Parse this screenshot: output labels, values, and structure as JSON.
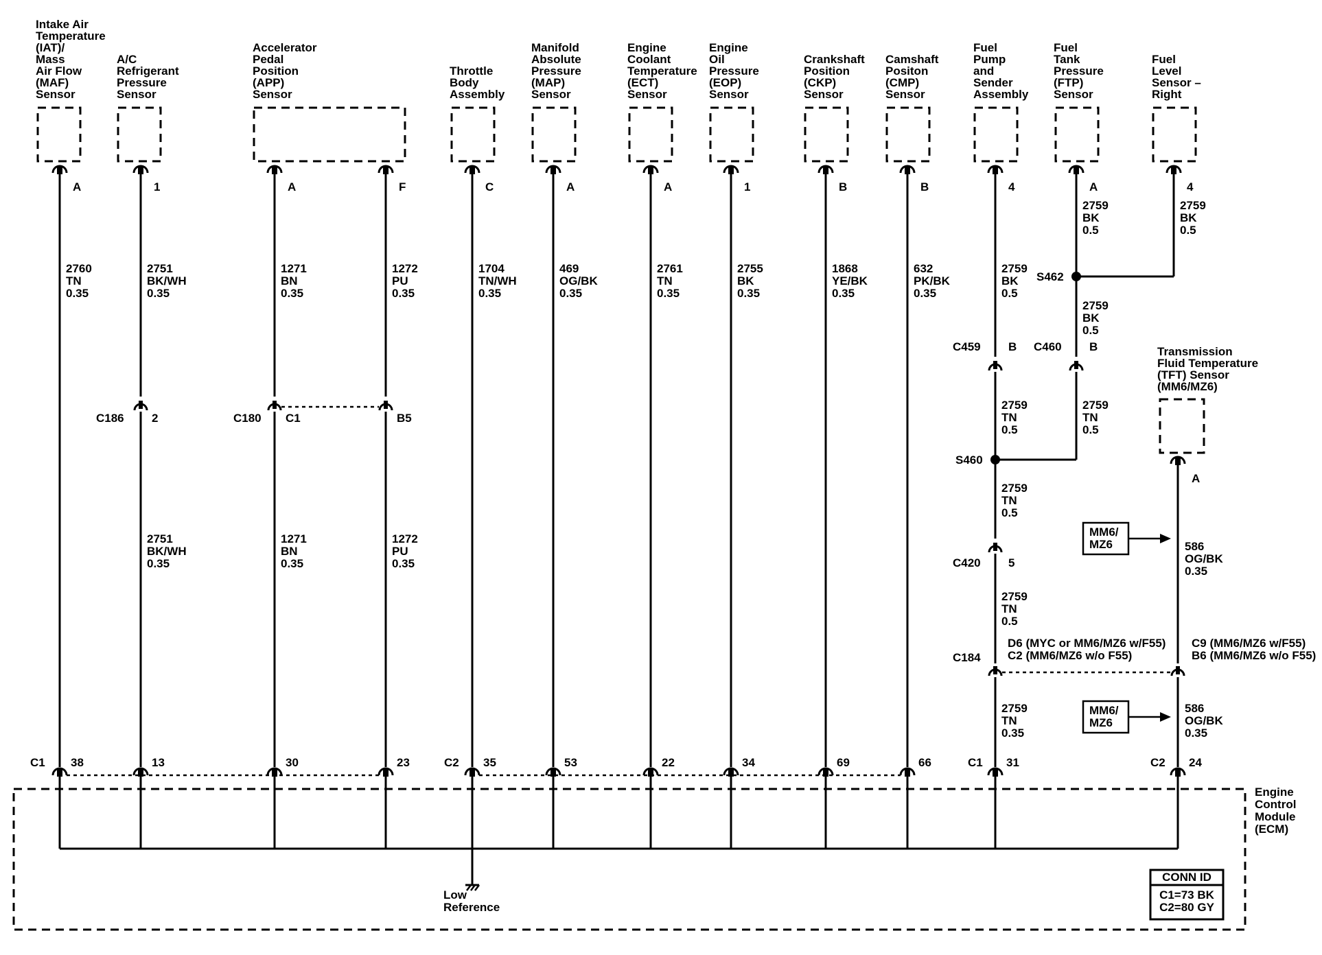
{
  "components": [
    {
      "id": "iat_maf",
      "lines": [
        "Intake Air",
        "Temperature",
        "(IAT)/",
        "Mass",
        "Air Flow",
        "(MAF)",
        "Sensor"
      ],
      "pin": "A"
    },
    {
      "id": "ac_pressure",
      "lines": [
        "A/C",
        "Refrigerant",
        "Pressure",
        "Sensor"
      ],
      "pin": "1"
    },
    {
      "id": "app",
      "lines": [
        "Accelerator",
        "Pedal",
        "Position",
        "(APP)",
        "Sensor"
      ],
      "pin": "A",
      "pin2": "F"
    },
    {
      "id": "throttle",
      "lines": [
        "Throttle",
        "Body",
        "Assembly"
      ],
      "pin": "C"
    },
    {
      "id": "map",
      "lines": [
        "Manifold",
        "Absolute",
        "Pressure",
        "(MAP)",
        "Sensor"
      ],
      "pin": "A"
    },
    {
      "id": "ect",
      "lines": [
        "Engine",
        "Coolant",
        "Temperature",
        "(ECT)",
        "Sensor"
      ],
      "pin": "A"
    },
    {
      "id": "eop",
      "lines": [
        "Engine",
        "Oil",
        "Pressure",
        "(EOP)",
        "Sensor"
      ],
      "pin": "1"
    },
    {
      "id": "ckp",
      "lines": [
        "Crankshaft",
        "Position",
        "(CKP)",
        "Sensor"
      ],
      "pin": "B"
    },
    {
      "id": "cmp",
      "lines": [
        "Camshaft",
        "Positon",
        "(CMP)",
        "Sensor"
      ],
      "pin": "B"
    },
    {
      "id": "fuel_pump",
      "lines": [
        "Fuel",
        "Pump",
        "and",
        "Sender",
        "Assembly"
      ],
      "pin": "4"
    },
    {
      "id": "ftp",
      "lines": [
        "Fuel",
        "Tank",
        "Pressure",
        "(FTP)",
        "Sensor"
      ],
      "pin": "A"
    },
    {
      "id": "fuel_level",
      "lines": [
        "Fuel",
        "Level",
        "Sensor –",
        "Right"
      ],
      "pin": "4"
    },
    {
      "id": "tft",
      "lines": [
        "Transmission",
        "Fluid Temperature",
        "(TFT) Sensor",
        "(MM6/MZ6)"
      ],
      "pin": "A"
    }
  ],
  "wires": {
    "iat": [
      "2760",
      "TN",
      "0.35"
    ],
    "ac_upper": [
      "2751",
      "BK/WH",
      "0.35"
    ],
    "ac_lower": [
      "2751",
      "BK/WH",
      "0.35"
    ],
    "app_a_upper": [
      "1271",
      "BN",
      "0.35"
    ],
    "app_a_lower": [
      "1271",
      "BN",
      "0.35"
    ],
    "app_f_upper": [
      "1272",
      "PU",
      "0.35"
    ],
    "app_f_lower": [
      "1272",
      "PU",
      "0.35"
    ],
    "throttle": [
      "1704",
      "TN/WH",
      "0.35"
    ],
    "map": [
      "469",
      "OG/BK",
      "0.35"
    ],
    "ect": [
      "2761",
      "TN",
      "0.35"
    ],
    "eop": [
      "2755",
      "BK",
      "0.35"
    ],
    "ckp": [
      "1868",
      "YE/BK",
      "0.35"
    ],
    "cmp": [
      "632",
      "PK/BK",
      "0.35"
    ],
    "fuel_pump_top": [
      "2759",
      "BK",
      "0.5"
    ],
    "ftp_top": [
      "2759",
      "BK",
      "0.5"
    ],
    "fuel_level_top": [
      "2759",
      "BK",
      "0.5"
    ],
    "ftp_mid": [
      "2759",
      "BK",
      "0.5"
    ],
    "fuel_pump_below_c459": [
      "2759",
      "TN",
      "0.5"
    ],
    "ftp_below_c460": [
      "2759",
      "TN",
      "0.5"
    ],
    "below_s460": [
      "2759",
      "TN",
      "0.5"
    ],
    "below_c420": [
      "2759",
      "TN",
      "0.5"
    ],
    "below_c184": [
      "2759",
      "TN",
      "0.35"
    ],
    "tft_upper": [
      "586",
      "OG/BK",
      "0.35"
    ],
    "tft_lower": [
      "586",
      "OG/BK",
      "0.35"
    ]
  },
  "connectors": {
    "c186": {
      "name": "C186",
      "pin": "2"
    },
    "c180": {
      "name": "C180",
      "pin_a": "C1",
      "pin_b": "B5"
    },
    "c459": {
      "name": "C459",
      "pin": "B"
    },
    "c460": {
      "name": "C460",
      "pin": "B"
    },
    "c420": {
      "name": "C420",
      "pin": "5"
    },
    "c184": {
      "name": "C184",
      "left_lines": [
        "D6 (MYC or MM6/MZ6 w/F55)",
        "C2 (MM6/MZ6 w/o F55)"
      ],
      "right_lines": [
        "C9 (MM6/MZ6 w/F55)",
        "B6 (MM6/MZ6 w/o F55)"
      ]
    }
  },
  "splices": {
    "s462": "S462",
    "s460": "S460"
  },
  "option_boxes": [
    "MM6/",
    "MZ6"
  ],
  "ecm": {
    "lines": [
      "Engine",
      "Control",
      "Module",
      "(ECM)"
    ],
    "connector_labels": {
      "c1_a": "C1",
      "c2_a": "C2",
      "c1_b": "C1",
      "c2_b": "C2"
    },
    "pins": {
      "iat": "38",
      "ac": "13",
      "app_a": "30",
      "app_f": "23",
      "throttle": "35",
      "map": "53",
      "ect": "22",
      "eop": "34",
      "ckp": "69",
      "cmp": "66",
      "fuel": "31",
      "tft": "24"
    },
    "low_reference": [
      "Low",
      "Reference"
    ],
    "conn_id": {
      "title": "CONN ID",
      "rows": [
        "C1=73 BK",
        "C2=80 GY"
      ]
    }
  }
}
